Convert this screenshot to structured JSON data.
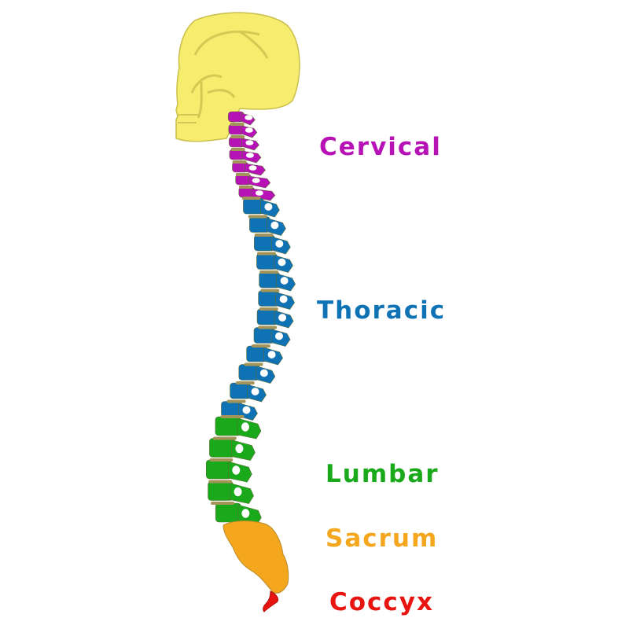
{
  "regions": [
    {
      "key": "cervical",
      "label": "Cervical",
      "color": "#b712b6"
    },
    {
      "key": "thoracic",
      "label": "Thoracic",
      "color": "#0f72b5"
    },
    {
      "key": "lumbar",
      "label": "Lumbar",
      "color": "#19a91a"
    },
    {
      "key": "sacrum",
      "label": "Sacrum",
      "color": "#f4a61d"
    },
    {
      "key": "coccyx",
      "label": "Coccyx",
      "color": "#e8140f"
    }
  ],
  "skull_color": "#f6ec6e",
  "disc_color": "#a3955a"
}
